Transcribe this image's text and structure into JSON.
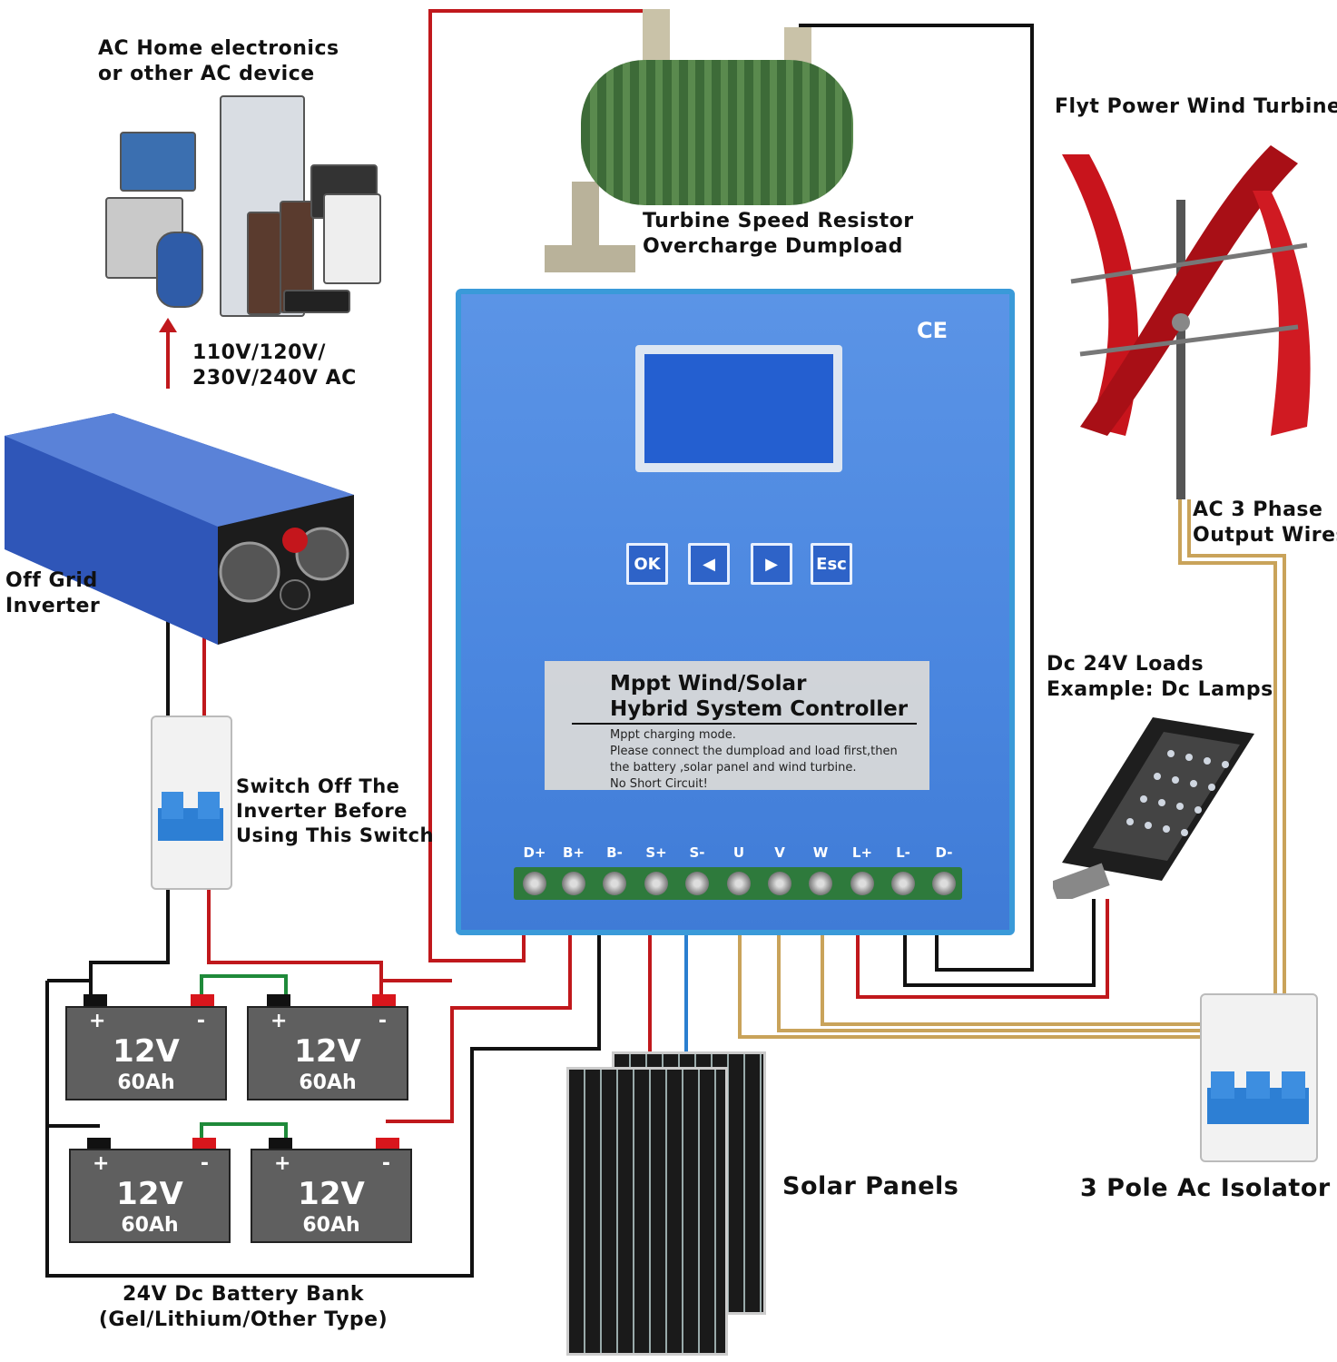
{
  "labels": {
    "ac_devices": [
      "AC Home electronics",
      "or other AC device"
    ],
    "ac_voltage": [
      "110V/120V/",
      "230V/240V AC"
    ],
    "inverter": [
      "Off Grid",
      "Inverter"
    ],
    "switch_note": [
      "Switch Off The",
      "Inverter Before",
      "Using This Switch"
    ],
    "battery_bank": [
      "24V Dc Battery Bank",
      "(Gel/Lithium/Other Type)"
    ],
    "dump_load": [
      "Turbine Speed Resistor",
      "Overcharge Dumpload"
    ],
    "wind_turbine": "Flyt Power Wind Turbine",
    "ac_wires": [
      "AC 3 Phase",
      "Output Wires"
    ],
    "dc_loads": [
      "Dc 24V Loads",
      "Example: Dc Lamps"
    ],
    "solar_panels": "Solar Panels",
    "isolator": "3 Pole Ac Isolator"
  },
  "controller": {
    "ce_mark": "CE",
    "keys": [
      "OK",
      "◀",
      "▶",
      "Esc"
    ],
    "title_line1": "Mppt Wind/Solar",
    "title_line2": "Hybrid System Controller",
    "notes": [
      "Mppt charging mode.",
      "Please connect the dumpload and load first,then",
      "the battery ,solar panel and wind turbine.",
      "No Short Circuit!"
    ],
    "terminals": [
      "D+",
      "B+",
      "B-",
      "S+",
      "S-",
      "U",
      "V",
      "W",
      "L+",
      "L-",
      "D-"
    ]
  },
  "batteries": [
    {
      "voltage": "12V",
      "capacity": "60Ah",
      "plus": "+",
      "minus": "-"
    },
    {
      "voltage": "12V",
      "capacity": "60Ah",
      "plus": "+",
      "minus": "-"
    },
    {
      "voltage": "12V",
      "capacity": "60Ah",
      "plus": "+",
      "minus": "-"
    },
    {
      "voltage": "12V",
      "capacity": "60Ah",
      "plus": "+",
      "minus": "-"
    }
  ],
  "colors": {
    "wire_red": "#c0181c",
    "wire_black": "#111111",
    "wire_green": "#1f8a3a",
    "wire_blue": "#2a7fd0",
    "wire_tan": "#c9a35a",
    "controller_blue": "#4a86df",
    "turbine_red": "#c8141c"
  }
}
